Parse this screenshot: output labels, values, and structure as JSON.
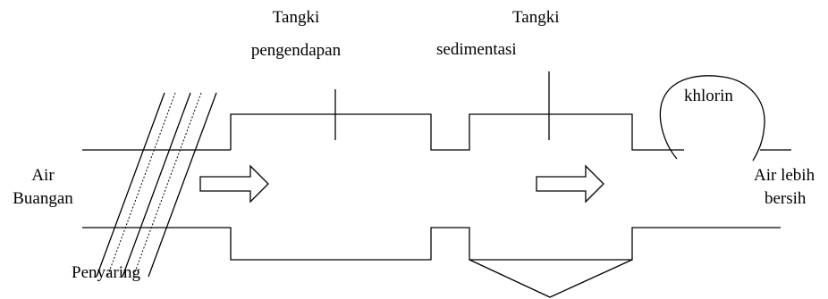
{
  "labels": {
    "tank_settling": {
      "line1": "Tangki",
      "line2": "pengendapan"
    },
    "tank_sedimentation": {
      "line1": "Tangki",
      "line2": "sedimentasi"
    },
    "chlorine": "khlorin",
    "inlet": {
      "line1": "Air",
      "line2": "Buangan"
    },
    "outlet": {
      "line1": "Air lebih",
      "line2": "bersih"
    },
    "screen": "Penyaring"
  },
  "colors": {
    "line": "#000000",
    "background": "#ffffff"
  }
}
